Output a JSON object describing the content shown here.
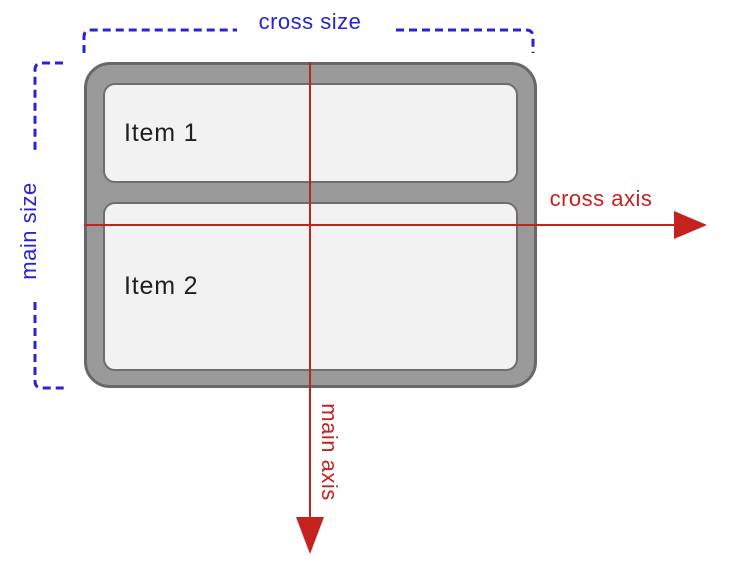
{
  "diagram": {
    "description": "Flexbox column diagram showing main axis, cross axis, main size and cross size",
    "colors": {
      "blue": "#2823d7",
      "red": "#c5221f",
      "container_fill": "#9a9a9a",
      "container_border": "#686868",
      "item_fill": "#f2f2f3",
      "item_border": "#6e6e6e",
      "item_text": "#1f1f1f"
    },
    "container": {
      "items": [
        {
          "label": "Item 1"
        },
        {
          "label": "Item 2"
        }
      ]
    },
    "labels": {
      "cross_size": "cross size",
      "main_size": "main size",
      "cross_axis": "cross axis",
      "main_axis": "main axis"
    }
  }
}
